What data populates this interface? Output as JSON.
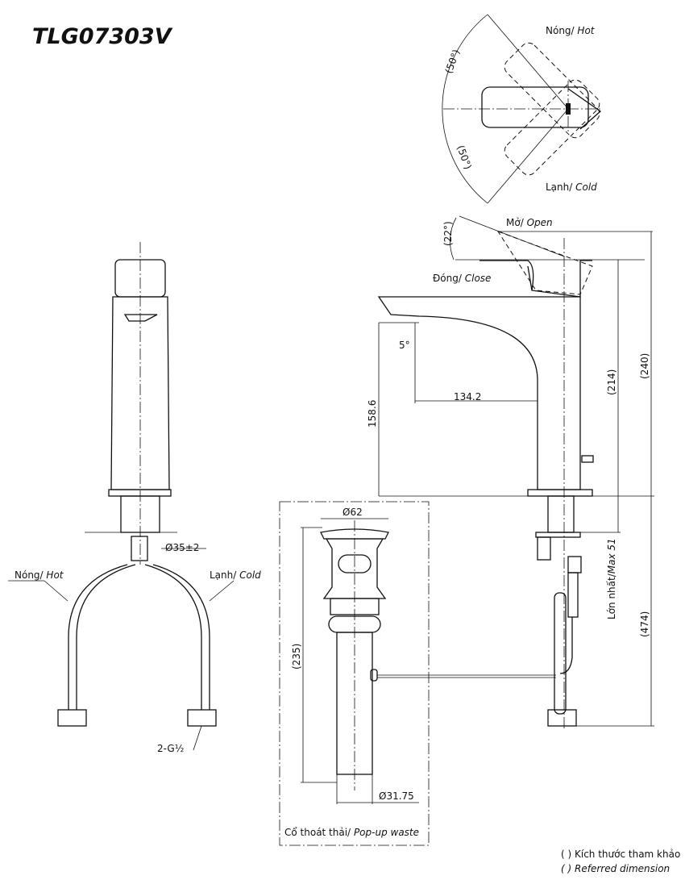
{
  "title": "TLG07303V",
  "top_view": {
    "angle_hot": "(50°)",
    "angle_cold": "(50°)",
    "hot_label_vi": "Nóng/",
    "hot_label_en": "Hot",
    "cold_label_vi": "Lạnh/",
    "cold_label_en": "Cold"
  },
  "side_view": {
    "open_vi": "Mở/",
    "open_en": "Open",
    "close_vi": "Đóng/",
    "close_en": "Close",
    "lever_angle": "(22°)",
    "spout_angle": "5°",
    "dim_reach": "134.2",
    "dim_spout_height": "158.6",
    "dim_body": "(214)",
    "dim_total": "(240)",
    "dim_below": "(474)",
    "dim_max_vi": "Lớn nhất/",
    "dim_max_en": "Max 51"
  },
  "front_view": {
    "hole_dia": "Ø35±2",
    "hot_vi": "Nóng/",
    "hot_en": "Hot",
    "cold_vi": "Lạnh/",
    "cold_en": "Cold",
    "thread": "2-G½"
  },
  "popup": {
    "top_dia": "Ø62",
    "length": "(235)",
    "pipe_dia": "Ø31.75",
    "label_vi": "Cổ thoát thải/",
    "label_en": "Pop-up waste"
  },
  "legend": {
    "line_vi": "( ) Kích thước tham khảo",
    "line_en": "( ) Referred dimension"
  }
}
